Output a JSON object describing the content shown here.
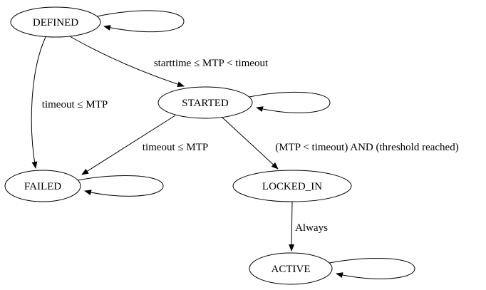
{
  "diagram": {
    "type": "state-machine",
    "nodes": {
      "defined": {
        "label": "DEFINED"
      },
      "started": {
        "label": "STARTED"
      },
      "failed": {
        "label": "FAILED"
      },
      "locked_in": {
        "label": "LOCKED_IN"
      },
      "active": {
        "label": "ACTIVE"
      }
    },
    "edges": {
      "defined_to_started": {
        "from": "DEFINED",
        "to": "STARTED",
        "label": "starttime ≤ MTP < timeout"
      },
      "defined_to_failed": {
        "from": "DEFINED",
        "to": "FAILED",
        "label": "timeout ≤ MTP"
      },
      "started_to_failed": {
        "from": "STARTED",
        "to": "FAILED",
        "label": "timeout ≤ MTP"
      },
      "started_to_locked_in": {
        "from": "STARTED",
        "to": "LOCKED_IN",
        "label": "(MTP < timeout) AND (threshold reached)"
      },
      "locked_in_to_active": {
        "from": "LOCKED_IN",
        "to": "ACTIVE",
        "label": "Always"
      },
      "defined_self": {
        "from": "DEFINED",
        "to": "DEFINED",
        "label": ""
      },
      "started_self": {
        "from": "STARTED",
        "to": "STARTED",
        "label": ""
      },
      "failed_self": {
        "from": "FAILED",
        "to": "FAILED",
        "label": ""
      },
      "active_self": {
        "from": "ACTIVE",
        "to": "ACTIVE",
        "label": ""
      }
    },
    "colors": {
      "stroke": "#000000",
      "background": "#ffffff",
      "text": "#000000"
    }
  }
}
